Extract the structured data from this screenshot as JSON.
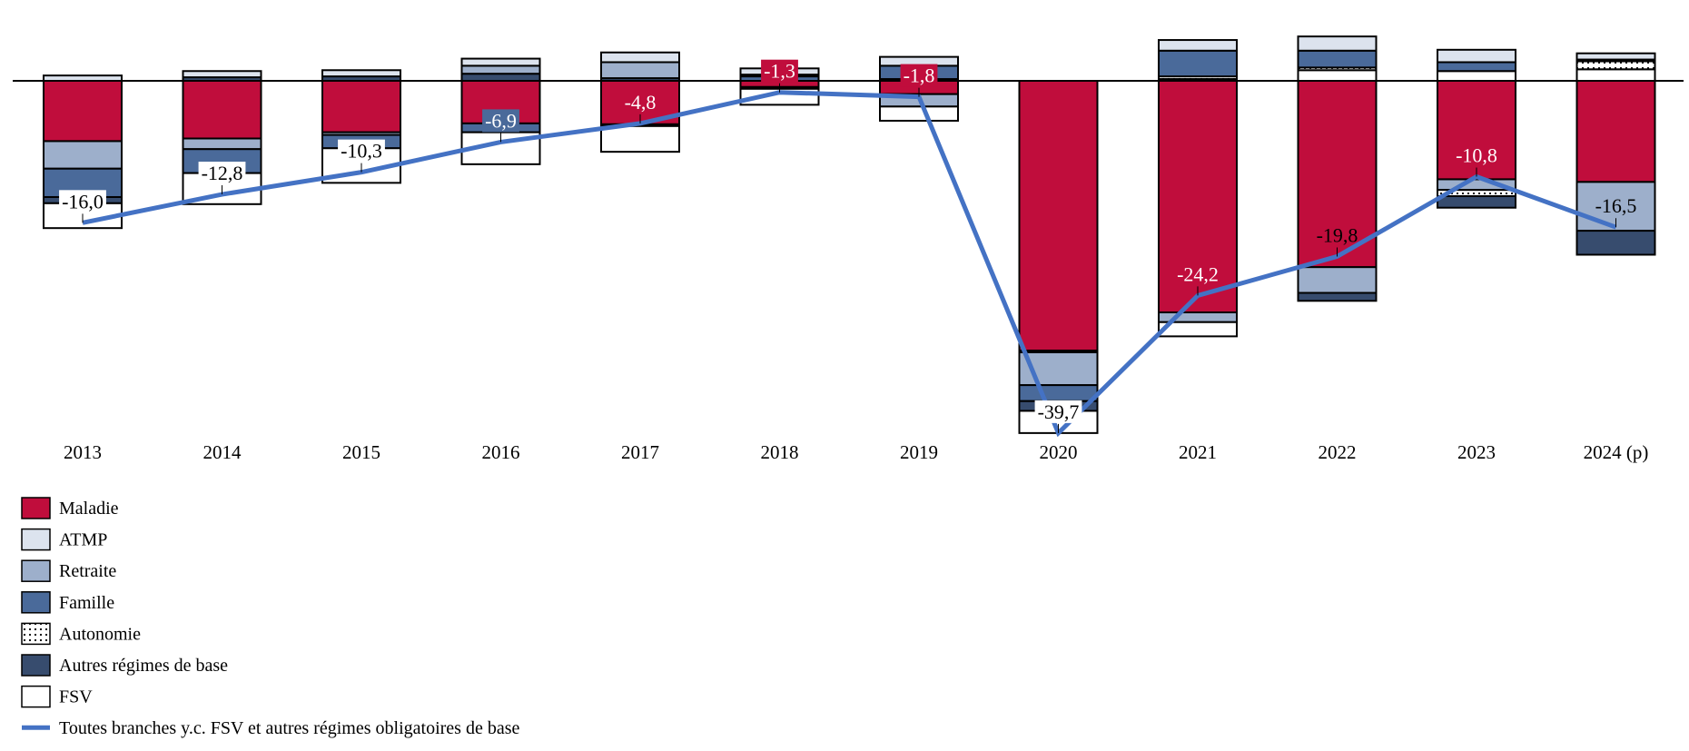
{
  "chart_data": {
    "type": "bar",
    "stacked": true,
    "categories": [
      "2013",
      "2014",
      "2015",
      "2016",
      "2017",
      "2018",
      "2019",
      "2020",
      "2021",
      "2022",
      "2023",
      "2024 (p)"
    ],
    "series": [
      {
        "name": "Maladie",
        "color": "#C00D3C",
        "values": [
          -6.8,
          -6.5,
          -5.8,
          -4.8,
          -4.9,
          -0.7,
          -1.5,
          -30.4,
          -26.1,
          -21.0,
          -11.1,
          -11.4
        ]
      },
      {
        "name": "ATMP",
        "color": "#DCE3EE",
        "values": [
          0.6,
          0.7,
          0.7,
          0.8,
          1.1,
          0.7,
          1.0,
          -0.2,
          1.2,
          1.6,
          1.4,
          0.7
        ]
      },
      {
        "name": "Retraite",
        "color": "#9DAFCB",
        "values": [
          -3.1,
          -1.2,
          -0.3,
          0.9,
          1.8,
          0.2,
          -1.4,
          -3.7,
          -1.1,
          -2.9,
          -1.2,
          -5.5
        ]
      },
      {
        "name": "Famille",
        "color": "#4A6A9A",
        "values": [
          -3.2,
          -2.7,
          -1.5,
          -1.0,
          -0.2,
          0.5,
          1.5,
          -1.8,
          2.9,
          1.9,
          1.0,
          0.2
        ]
      },
      {
        "name": "Autonomie",
        "color": "dotted",
        "values": [
          0,
          0,
          0,
          0,
          0,
          0,
          0,
          0,
          0.3,
          0.3,
          -0.7,
          0.9
        ]
      },
      {
        "name": "Autres régimes de base",
        "color": "#374C6E",
        "values": [
          -0.7,
          0.4,
          0.5,
          0.8,
          0.3,
          -0.2,
          0.2,
          -1.1,
          0.2,
          -0.9,
          -1.3,
          -2.7
        ]
      },
      {
        "name": "FSV",
        "color": "#FFFFFF",
        "values": [
          -2.8,
          -3.5,
          -3.9,
          -3.6,
          -2.9,
          -1.8,
          -1.6,
          -2.5,
          -1.6,
          1.2,
          1.1,
          1.3
        ]
      }
    ],
    "line": {
      "name": "Toutes branches y.c. FSV et autres régimes obligatoires de base",
      "color": "#4472C4",
      "values": [
        -16.0,
        -12.8,
        -10.3,
        -6.9,
        -4.8,
        -1.3,
        -1.8,
        -39.7,
        -24.2,
        -19.8,
        -10.8,
        -16.5
      ],
      "labels": [
        "-16,0",
        "-12,8",
        "-10,3",
        "-6,9",
        "-4,8",
        "-1,3",
        "-1,8",
        "-39,7",
        "-24,2",
        "-19,8",
        "-10,8",
        "-16,5"
      ],
      "label_styles": [
        "white",
        "white",
        "white",
        "famille",
        "maladie-white",
        "maladie",
        "maladie",
        "white",
        "maladie-white",
        "plain-black",
        "maladie-white",
        "plain-black"
      ]
    },
    "title": "",
    "xlabel": "",
    "ylabel": "",
    "ylim": [
      -40,
      5
    ],
    "grid": false,
    "legend_placement": "bottom-left"
  }
}
